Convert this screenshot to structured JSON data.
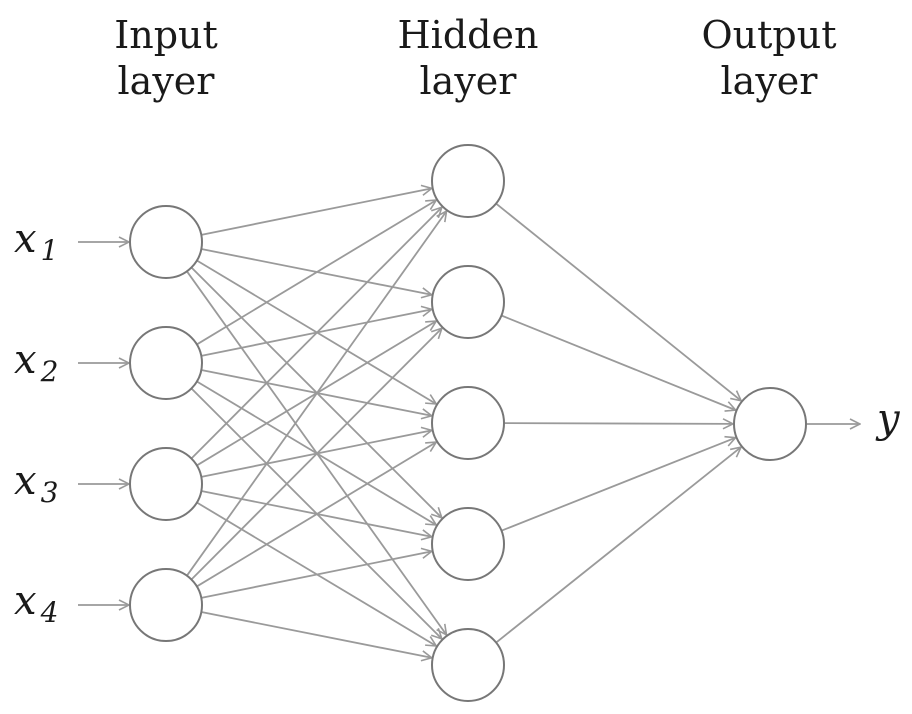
{
  "layers": [
    {
      "id": "input",
      "title_line1": "Input",
      "title_line2": "layer",
      "neurons": 4
    },
    {
      "id": "hidden",
      "title_line1": "Hidden",
      "title_line2": "layer",
      "neurons": 5
    },
    {
      "id": "output",
      "title_line1": "Output",
      "title_line2": "layer",
      "neurons": 1
    }
  ],
  "inputs": [
    {
      "symbol": "x",
      "sub": "1"
    },
    {
      "symbol": "x",
      "sub": "2"
    },
    {
      "symbol": "x",
      "sub": "3"
    },
    {
      "symbol": "x",
      "sub": "4"
    }
  ],
  "output": {
    "symbol": "y"
  },
  "colors": {
    "neuron_stroke": "#777777",
    "edge": "#9a9a9a",
    "text": "#1a1a1a"
  }
}
